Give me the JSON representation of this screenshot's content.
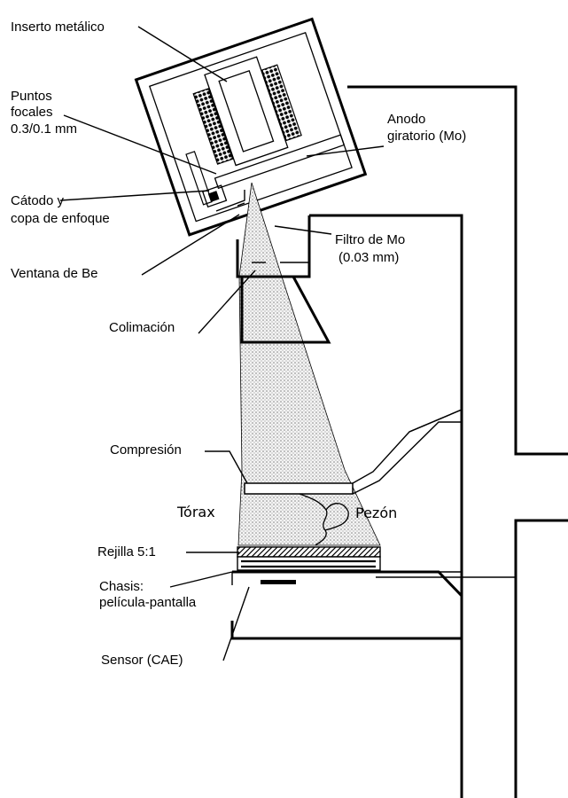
{
  "labels": {
    "inserto": "Inserto metálico",
    "puntos_1": "Puntos",
    "puntos_2": "focales",
    "puntos_3": "0.3/0.1 mm",
    "anodo_1": "Anodo",
    "anodo_2": "giratorio (Mo)",
    "catodo_1": "Cátodo y",
    "catodo_2": "copa de enfoque",
    "filtro_1": "Filtro de Mo",
    "filtro_2": "(0.03 mm)",
    "ventana": "Ventana de Be",
    "colimacion": "Colimación",
    "compresion": "Compresión",
    "torax": "Tórax",
    "pezon": "Pezón",
    "rejilla": "Rejilla 5:1",
    "chasis_1": "Chasis:",
    "chasis_2": "película-pantalla",
    "sensor": "Sensor (CAE)"
  },
  "colors": {
    "ink": "#000000",
    "beam_dots": "#7a7a7a",
    "background": "#ffffff"
  }
}
